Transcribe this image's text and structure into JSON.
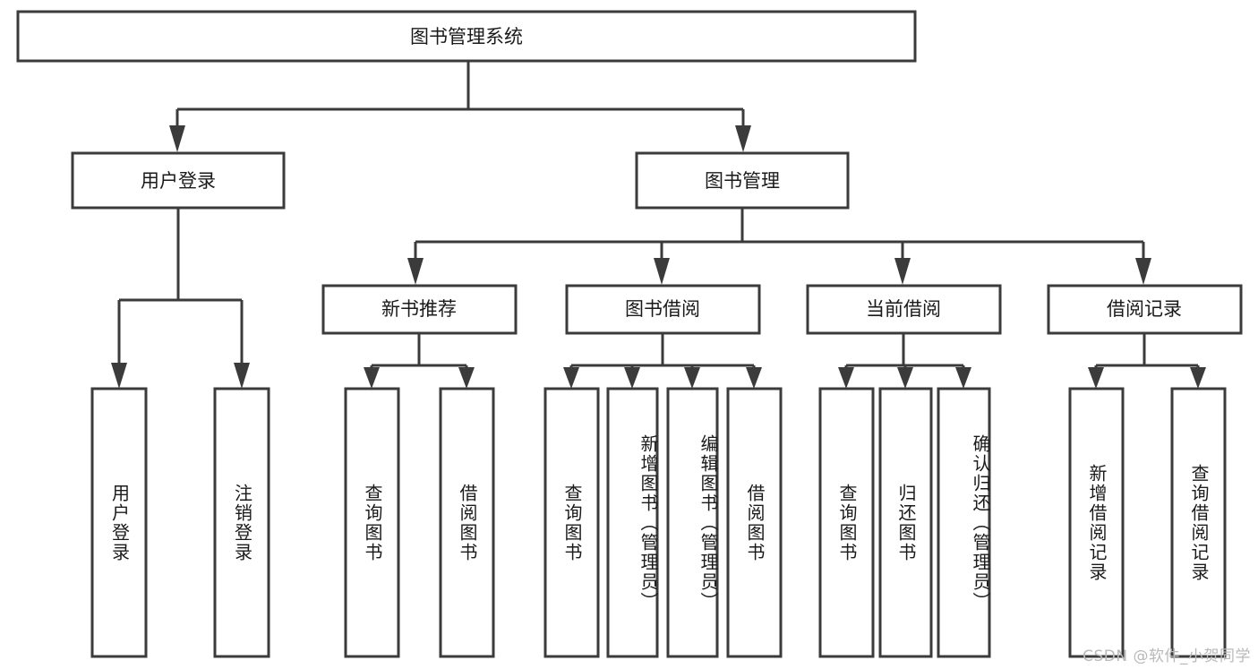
{
  "diagram": {
    "title": "图书管理系统",
    "type": "tree-hierarchy",
    "watermark": "CSDN @软件_小贺同学",
    "root": {
      "label": "图书管理系统",
      "orientation": "horizontal"
    },
    "level2": [
      {
        "label": "用户登录",
        "orientation": "horizontal"
      },
      {
        "label": "图书管理",
        "orientation": "horizontal"
      }
    ],
    "level3": [
      {
        "label": "新书推荐",
        "orientation": "horizontal"
      },
      {
        "label": "图书借阅",
        "orientation": "horizontal"
      },
      {
        "label": "当前借阅",
        "orientation": "horizontal"
      },
      {
        "label": "借阅记录",
        "orientation": "horizontal"
      }
    ],
    "leaves": {
      "user_login": [
        {
          "label": "用户登录",
          "orientation": "vertical"
        },
        {
          "label": "注销登录",
          "orientation": "vertical"
        }
      ],
      "new_book_recommend": [
        {
          "label": "查询图书",
          "orientation": "vertical"
        },
        {
          "label": "借阅图书",
          "orientation": "vertical"
        }
      ],
      "book_borrow": [
        {
          "label": "查询图书",
          "orientation": "vertical"
        },
        {
          "label": "新增图书（管理员）",
          "orientation": "vertical"
        },
        {
          "label": "编辑图书（管理员）",
          "orientation": "vertical"
        },
        {
          "label": "借阅图书",
          "orientation": "vertical"
        }
      ],
      "current_borrow": [
        {
          "label": "查询图书",
          "orientation": "vertical"
        },
        {
          "label": "归还图书",
          "orientation": "vertical"
        },
        {
          "label": "确认归还（管理员）",
          "orientation": "vertical"
        }
      ],
      "borrow_record": [
        {
          "label": "新增借阅记录",
          "orientation": "vertical"
        },
        {
          "label": "查询借阅记录",
          "orientation": "vertical"
        }
      ]
    },
    "colors": {
      "stroke": "#3b3b3b",
      "fill": "#ffffff",
      "text": "#1a1a1a",
      "watermark": "#b9b9b9"
    }
  }
}
